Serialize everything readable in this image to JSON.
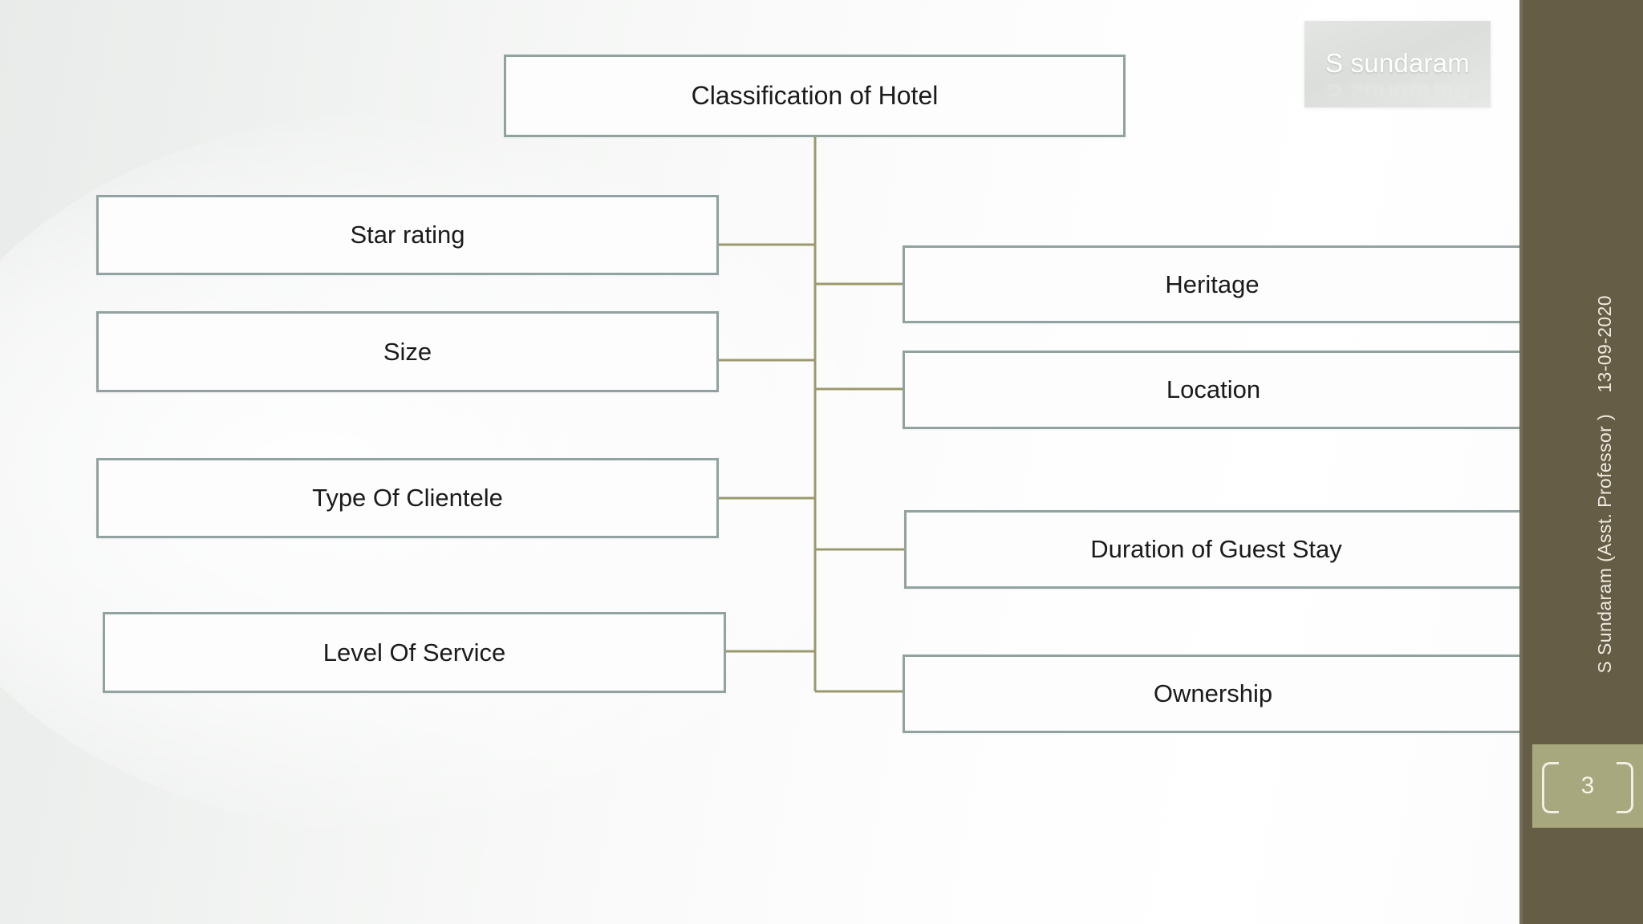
{
  "slide": {
    "number": "3",
    "watermark": "S sundaram",
    "sidebar": {
      "author": "S Sundaram (Asst. Professor )",
      "date": "13-09-2020"
    },
    "colors": {
      "sidebar_bg": "#665d47",
      "badge_bg": "#a8a87e",
      "node_border": "#90a3a0",
      "connector": "#9a9a6e",
      "node_fill": "#fcfdfc",
      "text": "#1b1b1b"
    }
  },
  "diagram": {
    "type": "hierarchy",
    "root": {
      "label": "Classification of Hotel"
    },
    "left_branch": [
      {
        "label": "Star rating"
      },
      {
        "label": "Size"
      },
      {
        "label": "Type Of Clientele"
      },
      {
        "label": "Level Of Service"
      }
    ],
    "right_branch": [
      {
        "label": "Heritage"
      },
      {
        "label": "Location"
      },
      {
        "label": "Duration of Guest Stay"
      },
      {
        "label": "Ownership"
      }
    ]
  }
}
